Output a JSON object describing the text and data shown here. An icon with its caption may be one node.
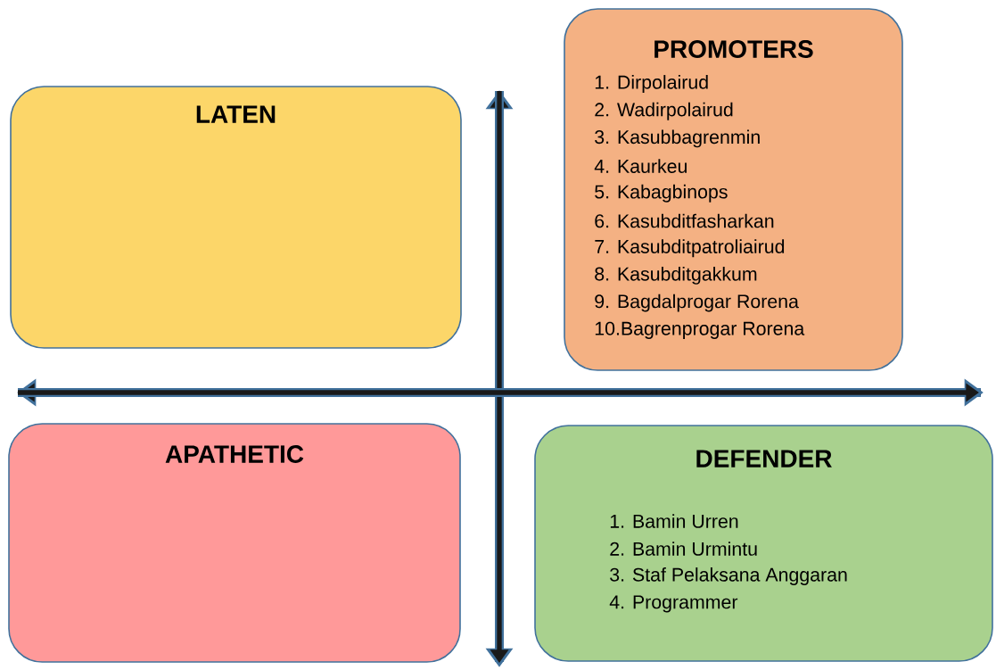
{
  "diagram": {
    "nodes": [
      {
        "text": [
          "LATEN"
        ]
      },
      {
        "text": [
          "PROMOTERS",
          "1. Dirpolairud",
          "2. Wadirpolairud",
          "3. Kasubbagrenmin",
          "4. Kaurkeu",
          "5. Kabagbinops",
          "6. Kasubditfasharkan",
          "7. Kasubditpatroliairud",
          "8. Kasubditgakkum",
          "9. Bagdalprogar Rorena",
          "10.Bagrenprogar Rorena"
        ]
      },
      {
        "text": [
          "APATHETIC"
        ]
      },
      {
        "text": [
          "DEFENDER",
          "1. Bamin Urren",
          "2. Bamin Urmintu",
          "3. Staf Pelaksana Anggaran",
          "4. Programmer"
        ]
      }
    ],
    "edges": []
  }
}
